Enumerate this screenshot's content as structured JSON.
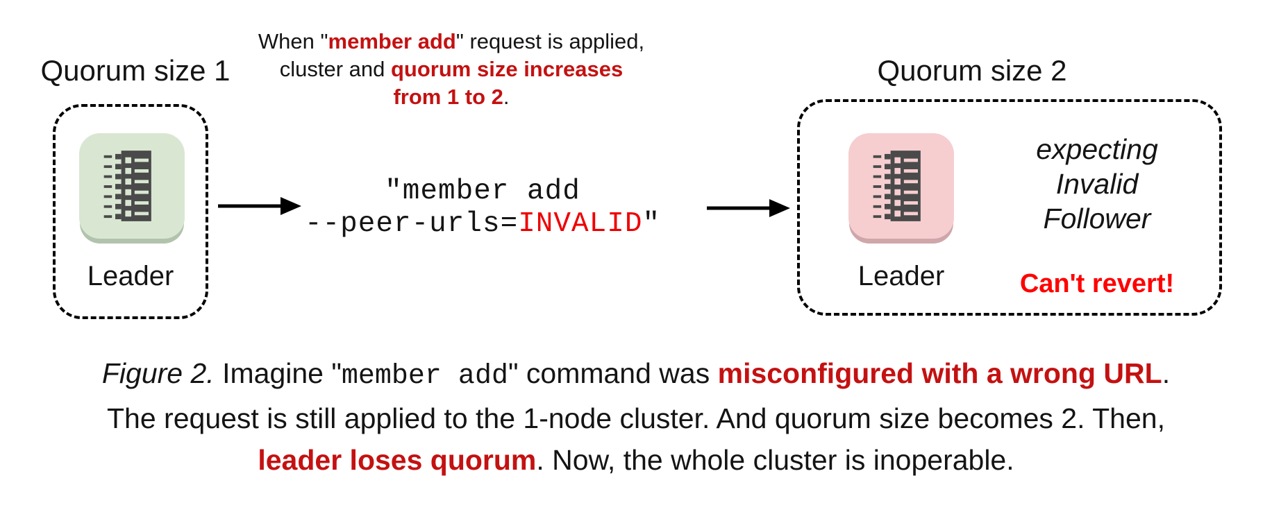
{
  "colors": {
    "emphasis_red": "#c41111",
    "invalid_red": "#ee0000",
    "warning_red": "#ff0000",
    "text_black": "#141414",
    "left_icon_bg": "#d9e7d2",
    "left_icon_lip": "#b2c3ad",
    "right_icon_bg": "#f6ced0",
    "right_icon_lip": "#cfa6aa",
    "icon_glyph": "#4a4a4a"
  },
  "left": {
    "title": "Quorum size 1",
    "node_label": "Leader",
    "icon": "ledger-icon",
    "icon_bg": "#d9e7d2",
    "icon_lip": "#b2c3ad"
  },
  "right": {
    "title": "Quorum size 2",
    "node_label": "Leader",
    "icon": "ledger-icon",
    "icon_bg": "#f6ced0",
    "icon_lip": "#cfa6aa",
    "note_line1": "expecting",
    "note_line2": "Invalid",
    "note_line3": "Follower",
    "warning": "Can't revert!"
  },
  "heading": {
    "l1a": "When \"",
    "l1b": "member add",
    "l1c": "\" request is applied,",
    "l2a": "cluster and ",
    "l2b": "quorum size increases",
    "l3a": "from 1 to 2",
    "l3b": "."
  },
  "command": {
    "line1": "\"member add",
    "line2a": "--peer-urls=",
    "line2b": "INVALID",
    "line2c": "\""
  },
  "caption": {
    "l1a": "Figure 2.",
    "l1b": " Imagine \"",
    "l1c": "member add",
    "l1d": "\" command was ",
    "l1e": "misconfigured with a wrong URL",
    "l1f": ".",
    "l2": "The request is still applied to the 1-node cluster. And quorum size becomes 2. Then,",
    "l3a": "leader loses quorum",
    "l3b": ". Now, the whole cluster is inoperable."
  }
}
